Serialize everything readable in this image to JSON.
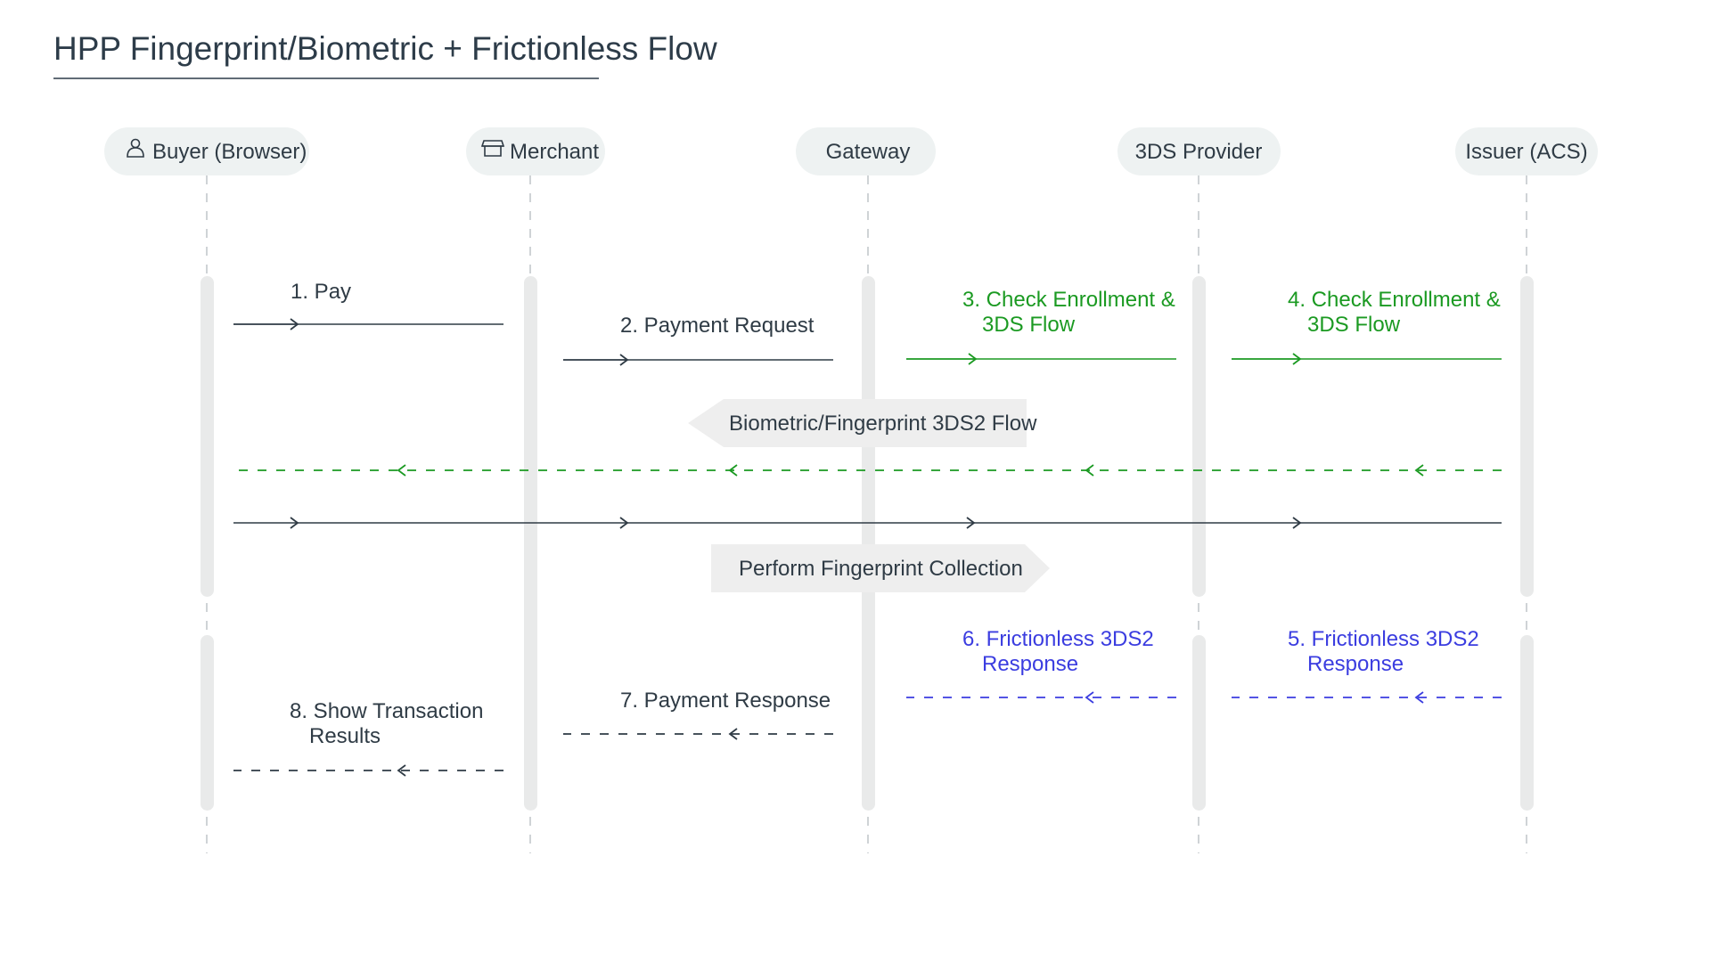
{
  "title": "HPP Fingerprint/Biometric + Frictionless Flow",
  "colors": {
    "dark": "#2f3b45",
    "green": "#1b9a22",
    "blue": "#3b3de0",
    "lifeline": "#e9eaea",
    "actor_bg": "#eef2f2",
    "banner_bg": "#eeeeee",
    "dash": "#cfd3d6"
  },
  "actors": [
    {
      "id": "buyer",
      "label": "Buyer (Browser)",
      "icon": "user-icon"
    },
    {
      "id": "merchant",
      "label": "Merchant",
      "icon": "store-icon"
    },
    {
      "id": "gateway",
      "label": "Gateway",
      "icon": ""
    },
    {
      "id": "provider",
      "label": "3DS Provider",
      "icon": ""
    },
    {
      "id": "issuer",
      "label": "Issuer (ACS)",
      "icon": ""
    }
  ],
  "messages": [
    {
      "id": "msg-1",
      "lines": [
        "1. Pay"
      ],
      "from": "buyer",
      "to": "merchant",
      "style": "solid",
      "color": "dark"
    },
    {
      "id": "msg-2",
      "lines": [
        "2. Payment Request"
      ],
      "from": "merchant",
      "to": "gateway",
      "style": "solid",
      "color": "dark"
    },
    {
      "id": "msg-3",
      "lines": [
        "3. Check Enrollment &",
        "3DS Flow"
      ],
      "from": "gateway",
      "to": "provider",
      "style": "solid",
      "color": "green"
    },
    {
      "id": "msg-4",
      "lines": [
        "4. Check Enrollment &",
        "3DS Flow"
      ],
      "from": "provider",
      "to": "issuer",
      "style": "solid",
      "color": "green"
    },
    {
      "id": "msg-fp-return",
      "lines": [],
      "from": "issuer",
      "to": "buyer",
      "style": "dashed",
      "color": "green"
    },
    {
      "id": "msg-fp-forward",
      "lines": [],
      "from": "buyer",
      "to": "issuer",
      "style": "solid",
      "color": "dark"
    },
    {
      "id": "msg-5",
      "lines": [
        "5. Frictionless 3DS2",
        "Response"
      ],
      "from": "issuer",
      "to": "provider",
      "style": "dashed",
      "color": "blue"
    },
    {
      "id": "msg-6",
      "lines": [
        "6. Frictionless 3DS2",
        "Response"
      ],
      "from": "provider",
      "to": "gateway",
      "style": "dashed",
      "color": "blue"
    },
    {
      "id": "msg-7",
      "lines": [
        "7. Payment Response"
      ],
      "from": "gateway",
      "to": "merchant",
      "style": "dashed",
      "color": "dark"
    },
    {
      "id": "msg-8",
      "lines": [
        "8. Show Transaction",
        "Results"
      ],
      "from": "merchant",
      "to": "buyer",
      "style": "dashed",
      "color": "dark"
    }
  ],
  "banners": [
    {
      "id": "banner-biometric",
      "label": "Biometric/Fingerprint 3DS2 Flow",
      "direction": "left"
    },
    {
      "id": "banner-fingerprint",
      "label": "Perform Fingerprint Collection",
      "direction": "right"
    }
  ]
}
